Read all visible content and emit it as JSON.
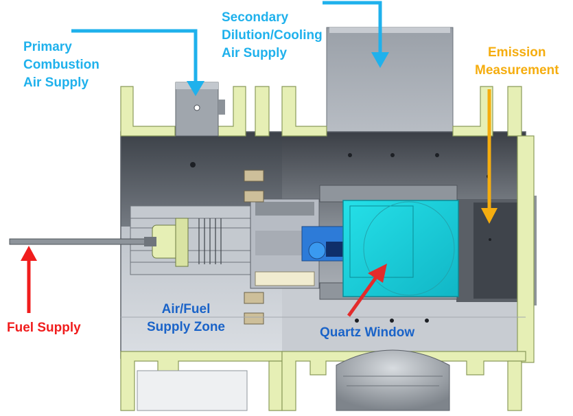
{
  "labels": {
    "primary_air": [
      "Primary",
      "Combustion",
      "Air Supply"
    ],
    "secondary_air": [
      "Secondary",
      "Dilution/Cooling",
      "Air Supply"
    ],
    "emission": [
      "Emission",
      "Measurement"
    ],
    "fuel": "Fuel Supply",
    "zone": [
      "Air/Fuel",
      "Supply Zone"
    ],
    "quartz": "Quartz Window"
  },
  "colors": {
    "air_arrow": "#1fb1ec",
    "emission_arrow": "#f5ad0f",
    "fuel_arrow": "#f01d1d",
    "quartz_arrow": "#e32b2b",
    "zone_text": "#1a63c8",
    "flange": "#e6efb5",
    "flange_edge": "#8a9a5a",
    "casing_light": "#c9ced6",
    "casing_dark": "#4a4f57",
    "quartz": "#19d3dc"
  }
}
